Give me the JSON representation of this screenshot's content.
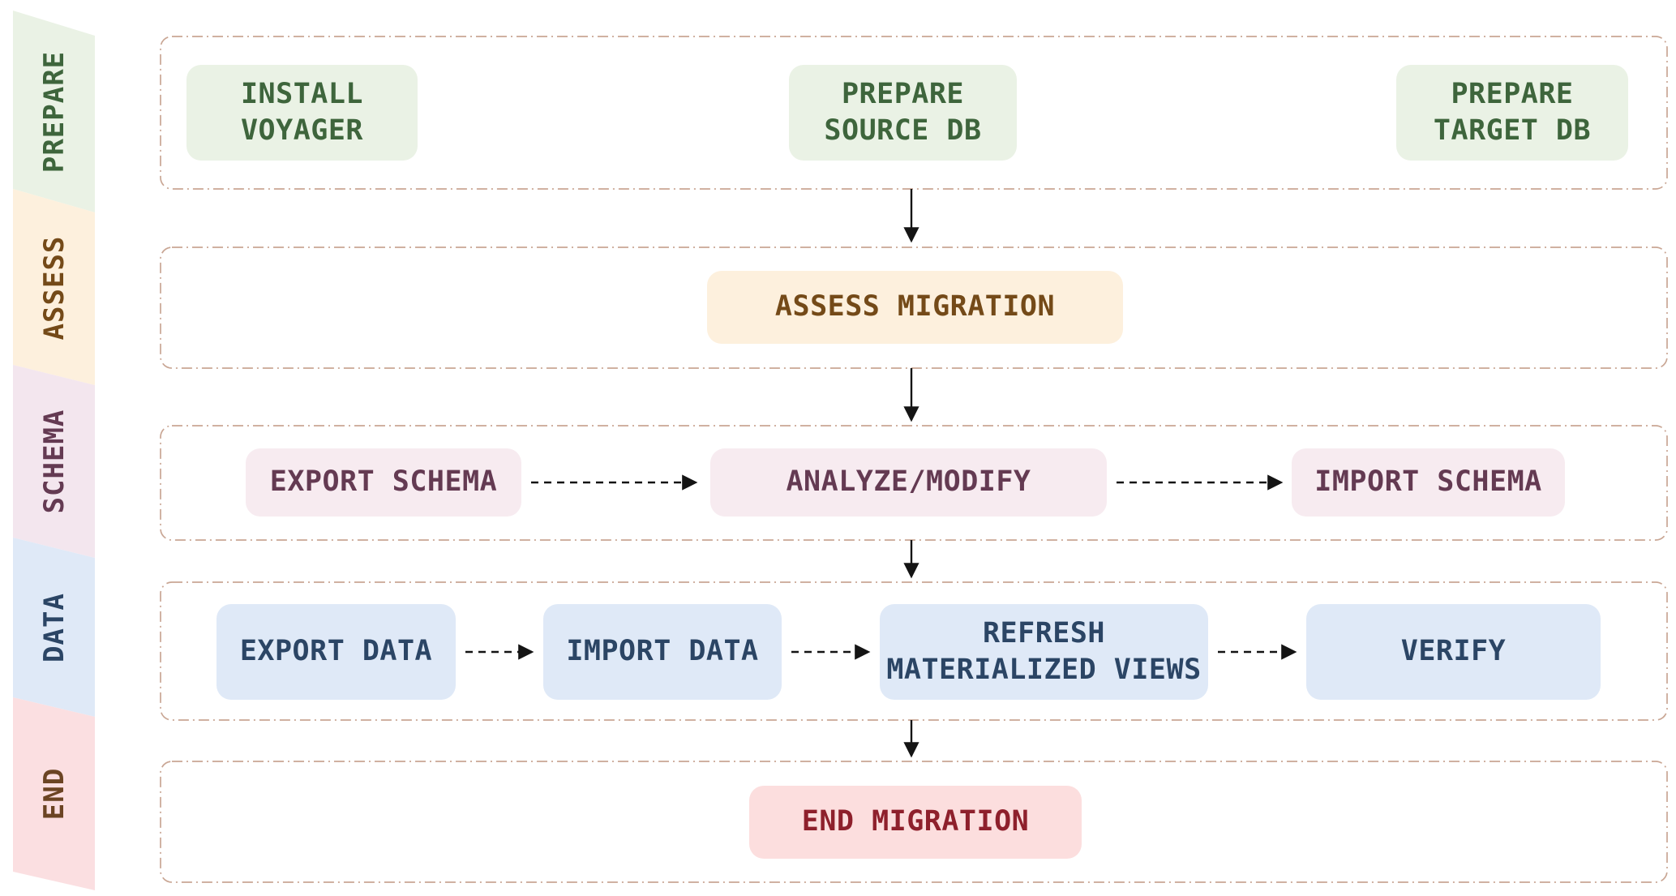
{
  "diagram": {
    "stages": [
      {
        "id": "prepare",
        "label": "PREPARE",
        "bg": "#eaf2e5",
        "fg": "#3e653c"
      },
      {
        "id": "assess",
        "label": "ASSESS",
        "bg": "#fdf0dd",
        "fg": "#744a18"
      },
      {
        "id": "schema",
        "label": "SCHEMA",
        "bg": "#f3e6ee",
        "fg": "#643a52"
      },
      {
        "id": "data",
        "label": "DATA",
        "bg": "#dfe9f7",
        "fg": "#2b4565"
      },
      {
        "id": "end",
        "label": "END",
        "bg": "#fbdfe1",
        "fg": "#6b4423"
      }
    ],
    "nodes": {
      "install_voyager": {
        "label": "INSTALL\nVOYAGER",
        "stage": "prepare"
      },
      "prepare_source_db": {
        "label": "PREPARE\nSOURCE DB",
        "stage": "prepare"
      },
      "prepare_target_db": {
        "label": "PREPARE\nTARGET DB",
        "stage": "prepare"
      },
      "assess_migration": {
        "label": "ASSESS MIGRATION",
        "stage": "assess"
      },
      "export_schema": {
        "label": "EXPORT SCHEMA",
        "stage": "schema"
      },
      "analyze_modify": {
        "label": "ANALYZE/MODIFY",
        "stage": "schema"
      },
      "import_schema": {
        "label": "IMPORT SCHEMA",
        "stage": "schema"
      },
      "export_data": {
        "label": "EXPORT DATA",
        "stage": "data"
      },
      "import_data": {
        "label": "IMPORT DATA",
        "stage": "data"
      },
      "refresh_materialized_views": {
        "label": "REFRESH\nMATERIALIZED VIEWS",
        "stage": "data"
      },
      "verify": {
        "label": "VERIFY",
        "stage": "data"
      },
      "end_migration": {
        "label": "END MIGRATION",
        "stage": "end"
      }
    },
    "edges": [
      {
        "from": "prepare_source_db",
        "to": "assess_migration",
        "style": "solid"
      },
      {
        "from": "assess_migration",
        "to": "analyze_modify",
        "style": "solid"
      },
      {
        "from": "analyze_modify",
        "to": "refresh_materialized_views",
        "style": "solid"
      },
      {
        "from": "refresh_materialized_views",
        "to": "end_migration",
        "style": "solid"
      },
      {
        "from": "export_schema",
        "to": "analyze_modify",
        "style": "dashed"
      },
      {
        "from": "analyze_modify",
        "to": "import_schema",
        "style": "dashed"
      },
      {
        "from": "export_data",
        "to": "import_data",
        "style": "dashed"
      },
      {
        "from": "import_data",
        "to": "refresh_materialized_views",
        "style": "dashed"
      },
      {
        "from": "refresh_materialized_views",
        "to": "verify",
        "style": "dashed"
      }
    ],
    "colors": {
      "lane_border": "#c9a694",
      "arrow": "#141414",
      "end_node_fg": "#8e202c"
    }
  }
}
